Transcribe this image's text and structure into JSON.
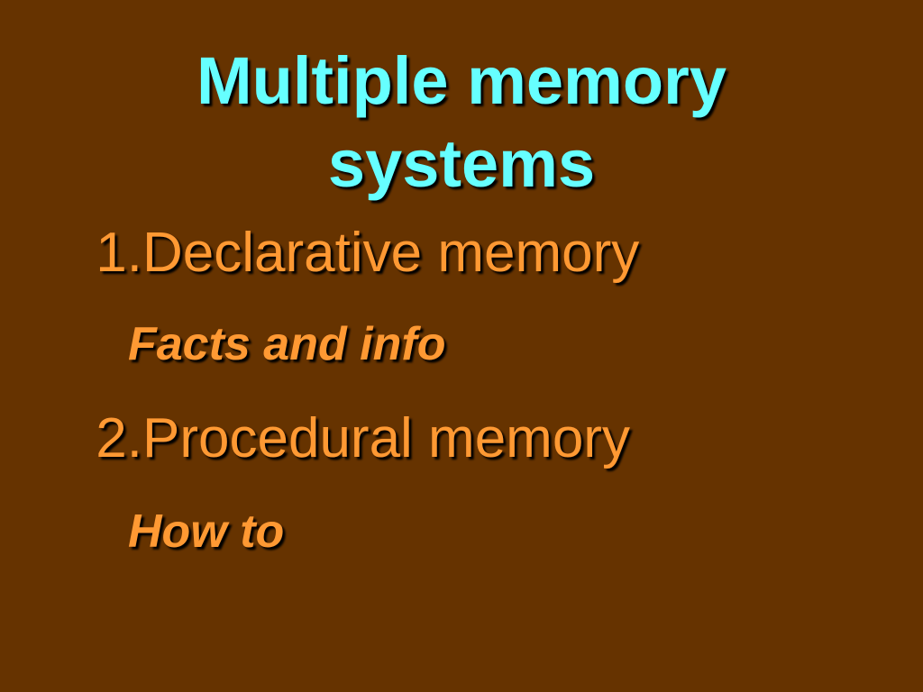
{
  "slide": {
    "title_line1": "Multiple memory",
    "title_line2": "systems",
    "items": [
      {
        "number": "1.",
        "label": "Declarative memory",
        "detail": "Facts and info"
      },
      {
        "number": "2.",
        "label": "Procedural memory",
        "detail": "How to"
      }
    ]
  },
  "colors": {
    "background": "#663300",
    "title": "#66FFFF",
    "body": "#FF9933"
  }
}
